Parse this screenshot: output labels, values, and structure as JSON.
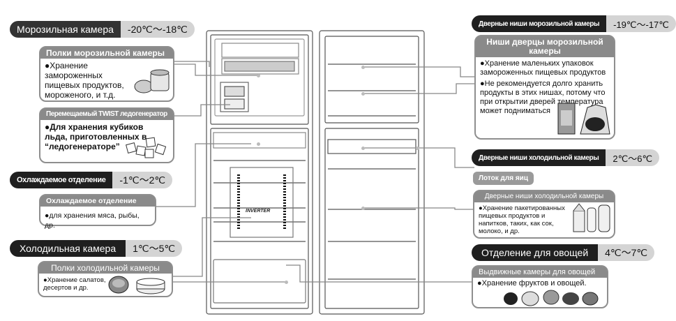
{
  "freezer": {
    "label": "Морозильная камера",
    "temp": "-20℃～-18℃",
    "shelves_title": "Полки морозильной камеры",
    "shelves_text": "●Хранение замороженных пищевых продуктов, мороженого, и т.д.",
    "icemaker_title": "Перемещаемый TWIST ледогенератор",
    "icemaker_text": "●Для хранения кубиков льда, приготовленных в “ледогенераторе”"
  },
  "chiller": {
    "label": "Охлаждаемое отделение",
    "temp": "-1℃～2℃",
    "title": "Охлаждаемое отделение",
    "text": "●для хранения мяса, рыбы, др."
  },
  "fridge": {
    "label": "Холодильная камера",
    "temp": "1℃～5℃",
    "shelves_title": "Полки холодильной камеры",
    "shelves_text": "●Хранение салатов, десертов и др."
  },
  "freezer_door": {
    "label": "Дверные ниши морозильной камеры",
    "temp": "-19℃～-17℃",
    "title": "Ниши дверцы морозильной камеры",
    "text1": "●Хранение маленьких упаковок замороженных пищевых продуктов",
    "text2": "●Не рекомендуется долго хранить продукты в этих нишах, потому что при открытии дверей температура может подниматься"
  },
  "fridge_door": {
    "label": "Дверные ниши холодильной камеры",
    "temp": "2℃～6℃",
    "egg_tray": "Лоток для яиц",
    "title": "Дверные ниши холодильной камеры",
    "text": "●Хранение пакетированных пищевых продуктов и напитков, таких, как сок, молоко, и др."
  },
  "vegetable": {
    "label": "Отделение для овощей",
    "temp": "4℃～7℃",
    "title": "Выдвижные камеры для овощей",
    "text": "●Хранение фруктов и овощей."
  },
  "inverter_text": "INVERTER"
}
